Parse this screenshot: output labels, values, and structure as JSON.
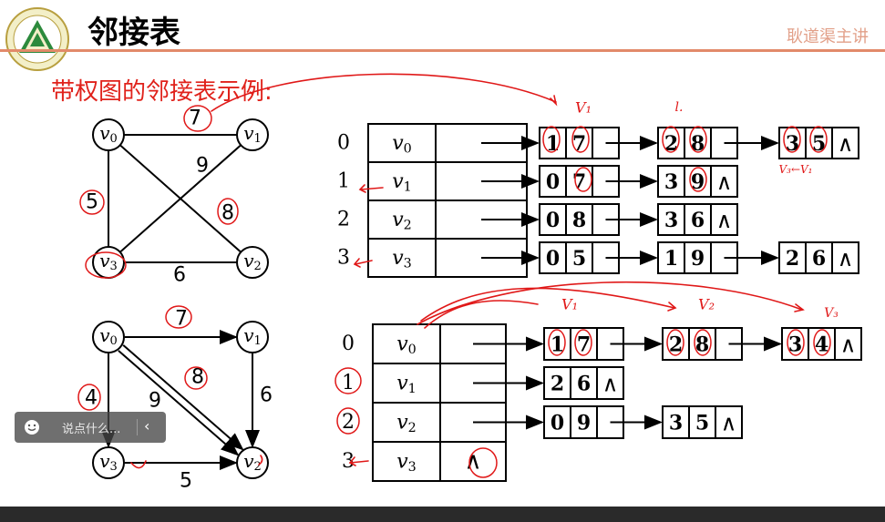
{
  "header": {
    "title": "邻接表",
    "brand": "耿道渠主讲",
    "subtitle": "带权图的邻接表示例:"
  },
  "comment_bar": {
    "placeholder": "说点什么...",
    "collapse_icon": "chevron-left-icon",
    "emoji_icon": "emoji-icon"
  },
  "graph1": {
    "type": "undirected",
    "nodes": [
      {
        "base": "v",
        "sub": "0"
      },
      {
        "base": "v",
        "sub": "1"
      },
      {
        "base": "v",
        "sub": "2"
      },
      {
        "base": "v",
        "sub": "3"
      }
    ],
    "edges": [
      {
        "from": 0,
        "to": 1,
        "weight": "7"
      },
      {
        "from": 0,
        "to": 3,
        "weight": "5"
      },
      {
        "from": 1,
        "to": 3,
        "weight": "9"
      },
      {
        "from": 0,
        "to": 2,
        "weight": "8"
      },
      {
        "from": 3,
        "to": 2,
        "weight": "6"
      }
    ]
  },
  "graph2": {
    "type": "directed",
    "nodes": [
      {
        "base": "v",
        "sub": "0"
      },
      {
        "base": "v",
        "sub": "1"
      },
      {
        "base": "v",
        "sub": "2"
      },
      {
        "base": "v",
        "sub": "3"
      }
    ],
    "edges": [
      {
        "from": 0,
        "to": 1,
        "weight": "7"
      },
      {
        "from": 0,
        "to": 3,
        "weight": "4"
      },
      {
        "from": 1,
        "to": 2,
        "weight": "6"
      },
      {
        "from": 0,
        "to": 2,
        "weight": "8"
      },
      {
        "from": 0,
        "to": 2,
        "weight": "9"
      },
      {
        "from": 3,
        "to": 2,
        "weight": "5"
      }
    ]
  },
  "table1": {
    "rows": [
      {
        "index": "0",
        "vertex": "v",
        "sub": "0",
        "edges": [
          [
            "1",
            "7",
            false
          ],
          [
            "2",
            "8",
            false
          ],
          [
            "3",
            "5",
            true
          ]
        ]
      },
      {
        "index": "1",
        "vertex": "v",
        "sub": "1",
        "edges": [
          [
            "0",
            "7",
            false
          ],
          [
            "3",
            "9",
            true
          ]
        ]
      },
      {
        "index": "2",
        "vertex": "v",
        "sub": "2",
        "edges": [
          [
            "0",
            "8",
            false
          ],
          [
            "3",
            "6",
            true
          ]
        ]
      },
      {
        "index": "3",
        "vertex": "v",
        "sub": "3",
        "edges": [
          [
            "0",
            "5",
            false
          ],
          [
            "1",
            "9",
            false
          ],
          [
            "2",
            "6",
            true
          ]
        ]
      }
    ]
  },
  "table2": {
    "rows": [
      {
        "index": "0",
        "vertex": "v",
        "sub": "0",
        "edges": [
          [
            "1",
            "7",
            false
          ],
          [
            "2",
            "8",
            false
          ],
          [
            "3",
            "4",
            true
          ]
        ]
      },
      {
        "index": "1",
        "vertex": "v",
        "sub": "1",
        "edges": [
          [
            "2",
            "6",
            true
          ]
        ]
      },
      {
        "index": "2",
        "vertex": "v",
        "sub": "2",
        "edges": [
          [
            "0",
            "9",
            false
          ],
          [
            "3",
            "5",
            true
          ]
        ]
      },
      {
        "index": "3",
        "vertex": "v",
        "sub": "3",
        "edges": [],
        "null": true
      }
    ]
  },
  "null_symbol": "∧",
  "annotations": {
    "v1": "V₁",
    "v2": "V₂",
    "v3": "V₃",
    "l": "l.",
    "v1v3": "V₃←V₁"
  }
}
